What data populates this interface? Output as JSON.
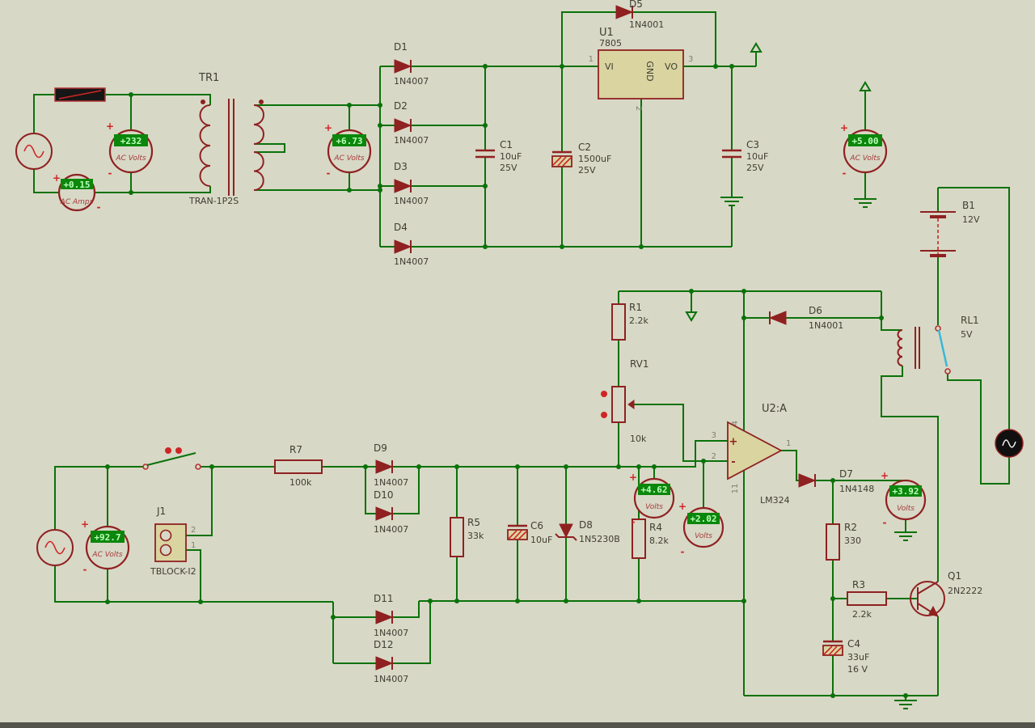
{
  "colors": {
    "background": "#d8d8c6",
    "wire": "#0a720a",
    "component": "#8f2121",
    "component_fill": "#d9d4a0",
    "display_bg": "#0b870b",
    "display_text": "#baffba",
    "switch_blade": "#38b8d8",
    "accent_red": "#cf2525"
  },
  "marks": {
    "plus": "+",
    "minus": "-"
  },
  "parts": {
    "tr1": {
      "ref": "TR1",
      "value": "TRAN-1P2S"
    },
    "d1": {
      "ref": "D1",
      "value": "1N4007"
    },
    "d2": {
      "ref": "D2",
      "value": "1N4007"
    },
    "d3": {
      "ref": "D3",
      "value": "1N4007"
    },
    "d4": {
      "ref": "D4",
      "value": "1N4007"
    },
    "d5": {
      "ref": "D5",
      "value": "1N4001"
    },
    "c1": {
      "ref": "C1",
      "value": "10uF",
      "rating": "25V"
    },
    "c2": {
      "ref": "C2",
      "value": "1500uF",
      "rating": "25V"
    },
    "c3": {
      "ref": "C3",
      "value": "10uF",
      "rating": "25V"
    },
    "u1": {
      "ref": "U1",
      "value": "7805",
      "pin_vi": "VI",
      "pin_vo": "VO",
      "pin_gnd": "GND",
      "pin1": "1",
      "pin2": "2",
      "pin3": "3"
    },
    "b1": {
      "ref": "B1",
      "value": "12V"
    },
    "rl1": {
      "ref": "RL1",
      "value": "5V"
    },
    "r1": {
      "ref": "R1",
      "value": "2.2k"
    },
    "rv1": {
      "ref": "RV1",
      "value": "10k"
    },
    "d6": {
      "ref": "D6",
      "value": "1N4001"
    },
    "u2": {
      "ref": "U2:A",
      "value": "LM324",
      "pin1": "1",
      "pin2": "2",
      "pin3": "3",
      "pin4": "4",
      "pin11": "11",
      "plus": "+",
      "minus": "-"
    },
    "d7": {
      "ref": "D7",
      "value": "1N4148"
    },
    "r2": {
      "ref": "R2",
      "value": "330"
    },
    "r3": {
      "ref": "R3",
      "value": "2.2k"
    },
    "q1": {
      "ref": "Q1",
      "value": "2N2222"
    },
    "c4": {
      "ref": "C4",
      "value": "33uF",
      "rating": "16 V"
    },
    "r4": {
      "ref": "R4",
      "value": "8.2k"
    },
    "d8": {
      "ref": "D8",
      "value": "1N5230B"
    },
    "c6": {
      "ref": "C6",
      "value": "10uF"
    },
    "r5": {
      "ref": "R5",
      "value": "33k"
    },
    "r7": {
      "ref": "R7",
      "value": "100k"
    },
    "j1": {
      "ref": "J1",
      "value": "TBLOCK-I2",
      "pin1": "1",
      "pin2": "2"
    },
    "d9": {
      "ref": "D9",
      "value": "1N4007"
    },
    "d10": {
      "ref": "D10",
      "value": "1N4007"
    },
    "d11": {
      "ref": "D11",
      "value": "1N4007"
    },
    "d12": {
      "ref": "D12",
      "value": "1N4007"
    }
  },
  "meters": {
    "m1": {
      "reading": "+232",
      "label": "AC Volts"
    },
    "m2": {
      "reading": "+0.15",
      "label": "AC Amps"
    },
    "m3": {
      "reading": "+6.73",
      "label": "AC Volts"
    },
    "m4": {
      "reading": "+5.00",
      "label": "AC Volts"
    },
    "m5": {
      "reading": "+92.7",
      "label": "AC Volts"
    },
    "m6": {
      "reading": "+4.62",
      "label": "Volts"
    },
    "m7": {
      "reading": "+2.02",
      "label": "Volts"
    },
    "m8": {
      "reading": "+3.92",
      "label": "Volts"
    }
  }
}
